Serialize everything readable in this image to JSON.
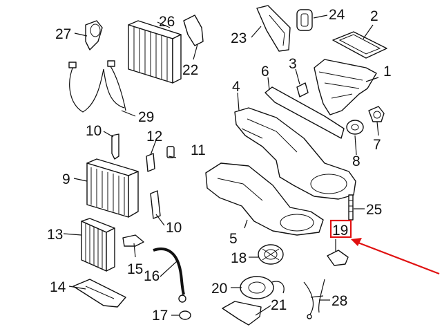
{
  "callouts": [
    {
      "id": "c1",
      "text": "1"
    },
    {
      "id": "c2",
      "text": "2"
    },
    {
      "id": "c3",
      "text": "3"
    },
    {
      "id": "c4",
      "text": "4"
    },
    {
      "id": "c5",
      "text": "5"
    },
    {
      "id": "c6",
      "text": "6"
    },
    {
      "id": "c7",
      "text": "7"
    },
    {
      "id": "c8",
      "text": "8"
    },
    {
      "id": "c9",
      "text": "9"
    },
    {
      "id": "c10a",
      "text": "10"
    },
    {
      "id": "c10b",
      "text": "10"
    },
    {
      "id": "c11",
      "text": "11"
    },
    {
      "id": "c12",
      "text": "12"
    },
    {
      "id": "c13",
      "text": "13"
    },
    {
      "id": "c14",
      "text": "14"
    },
    {
      "id": "c15",
      "text": "15"
    },
    {
      "id": "c16",
      "text": "16"
    },
    {
      "id": "c17",
      "text": "17"
    },
    {
      "id": "c18",
      "text": "18"
    },
    {
      "id": "c19",
      "text": "19"
    },
    {
      "id": "c20",
      "text": "20"
    },
    {
      "id": "c21",
      "text": "21"
    },
    {
      "id": "c22",
      "text": "22"
    },
    {
      "id": "c23",
      "text": "23"
    },
    {
      "id": "c24",
      "text": "24"
    },
    {
      "id": "c25",
      "text": "25"
    },
    {
      "id": "c26",
      "text": "26"
    },
    {
      "id": "c27",
      "text": "27"
    },
    {
      "id": "c28",
      "text": "28"
    },
    {
      "id": "c29",
      "text": "29"
    }
  ],
  "colors": {
    "line": "#111111",
    "highlight": "#e01010",
    "background": "#ffffff"
  }
}
